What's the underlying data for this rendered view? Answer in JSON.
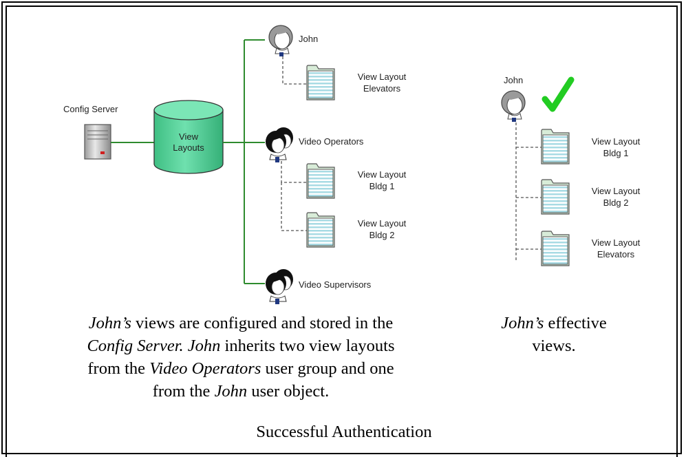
{
  "colors": {
    "green_line": "#2e8b2e",
    "cylinder_fill": "#55d098",
    "folder_fill": "#d8ecd8",
    "doc_stripe": "#a8dbe4",
    "check_green": "#22cc22",
    "dash_line": "#555555"
  },
  "diagram": {
    "server_label": "Config Server",
    "db_label_line1": "View",
    "db_label_line2": "Layouts",
    "john_label": "John",
    "john_layout": [
      "View Layout",
      "Elevators"
    ],
    "operators_label": "Video Operators",
    "operators_layouts": [
      [
        "View Layout",
        "Bldg 1"
      ],
      [
        "View Layout",
        "Bldg 2"
      ]
    ],
    "supervisors_label": "Video Supervisors"
  },
  "effective": {
    "user_label": "John",
    "layouts": [
      [
        "View Layout",
        "Bldg 1"
      ],
      [
        "View Layout",
        "Bldg 2"
      ],
      [
        "View Layout",
        "Elevators"
      ]
    ]
  },
  "captions": {
    "left_line1": {
      "italic": "John’s",
      "rest": " views are configured and stored in the"
    },
    "left_line2": {
      "italic1": "Config Server.",
      "mid": " ",
      "italic2": "John",
      "rest": " inherits two view layouts"
    },
    "left_line3": {
      "pre": "from the ",
      "italic": "Video Operators",
      "rest": " user group and one"
    },
    "left_line4": {
      "pre": "from the ",
      "italic": "John",
      "rest": " user object."
    },
    "right_line1": {
      "italic": "John’s",
      "rest": " effective"
    },
    "right_line2": "views.",
    "footer": "Successful Authentication"
  }
}
